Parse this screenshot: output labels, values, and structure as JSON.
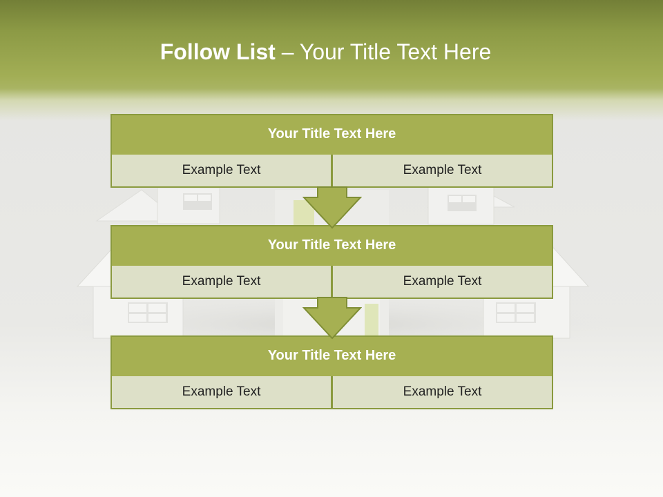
{
  "slide": {
    "title_bold": "Follow List",
    "title_rest": " – Your Title Text Here"
  },
  "blocks": [
    {
      "title": "Your Title Text Here",
      "left_text": "Example Text",
      "right_text": "Example Text"
    },
    {
      "title": "Your Title Text Here",
      "left_text": "Example Text",
      "right_text": "Example Text"
    },
    {
      "title": "Your Title Text Here",
      "left_text": "Example Text",
      "right_text": "Example Text"
    }
  ],
  "colors": {
    "header": "#a2ae55",
    "block_header": "#a6b052",
    "cell": "#dde0c8",
    "border": "#8a9a3e"
  }
}
